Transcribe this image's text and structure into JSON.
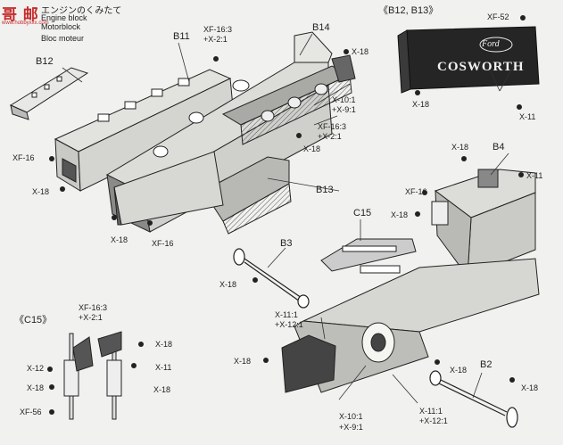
{
  "watermark": {
    "top": "哥 邮",
    "bottom": "www.hobbyxxx.com"
  },
  "header": {
    "ja": "エンジンのくみたて",
    "en": "Engine block",
    "de": "Motorblock",
    "fr": "Bloc moteur"
  },
  "sections": {
    "b12_b13": "《B12, B13》",
    "c15": "《C15》"
  },
  "engine_cover": {
    "brand": "COSWORTH",
    "logo": "Ford"
  },
  "parts": {
    "b11": "B11",
    "b12": "B12",
    "b13": "B13",
    "b14": "B14",
    "b4": "B4",
    "b3": "B3",
    "b2": "B2",
    "c15": "C15"
  },
  "fasteners": {
    "xf52": "XF-52",
    "x11_cover": "X-11",
    "x18_cover": "X-18",
    "xf16_b11": "XF-16:3",
    "x2_b11": "+X-2:1",
    "x18_b14": "X-18",
    "x10_b14": "X-10:1",
    "x9_b14": "+X-9:1",
    "xf16_b14": "XF-16:3",
    "x2_b14": "+X-2:1",
    "x18_b14b": "X-18",
    "xf16_left": "XF-16",
    "x18_left": "X-18",
    "x18_bottom": "X-18",
    "xf16_bottom": "XF-16",
    "x18_b4": "X-18",
    "x11_b4": "X-11",
    "xf16_b4": "XF-16",
    "x18_b4b": "X-18",
    "x18_b3": "X-18",
    "x11_b3": "X-11:1",
    "x12_b3": "+X-12:1",
    "x18_gear": "X-18",
    "x18_b2a": "X-18",
    "x10_bot": "X-10:1",
    "x9_bot": "+X-9:1",
    "x11_bot": "X-11:1",
    "x12_bot": "+X-12:1",
    "x18_b2b": "X-18",
    "xf16_c15": "XF-16:3",
    "x2_c15": "+X-2:1",
    "x18_c15a": "X-18",
    "x12_c15": "X-12",
    "x11_c15": "X-11",
    "x18_c15b": "X-18",
    "x18_c15c": "X-18",
    "xf56_c15": "XF-56"
  }
}
